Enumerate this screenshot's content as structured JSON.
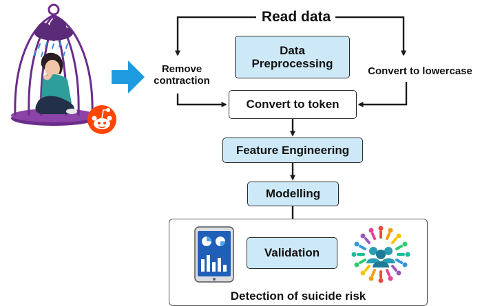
{
  "nodes": {
    "read_data": "Read data",
    "data_preprocessing": "Data\nPreprocessing",
    "remove_contraction": "Remove\ncontraction",
    "convert_lowercase": "Convert to lowercase",
    "convert_token": "Convert to token",
    "feature_engineering": "Feature Engineering",
    "modelling": "Modelling",
    "validation": "Validation",
    "detection": "Detection of suicide risk"
  },
  "colors": {
    "box_fill": "#cde9f7",
    "stroke": "#1a1a1a",
    "cage": "#6b2c8a",
    "arrow_blue": "#1e9be0",
    "reddit": "#ff4500"
  },
  "icons": [
    "person-in-cage-illustration",
    "rain-cloud-icon",
    "reddit-icon",
    "blue-arrow-icon",
    "tablet-chart-icon",
    "diverse-people-circle-icon"
  ]
}
